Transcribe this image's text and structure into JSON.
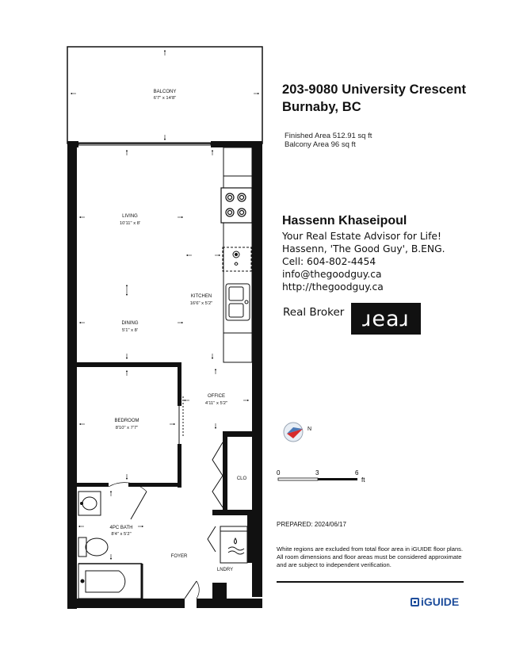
{
  "header": {
    "address_line1": "203-9080 University Crescent",
    "address_line2": "Burnaby, BC",
    "finished_area": "Finished Area 512.91 sq ft",
    "balcony_area": "Balcony Area 96 sq ft"
  },
  "agent": {
    "name": "Hassenn Khaseipoul",
    "lines": [
      "Your Real Estate Advisor for Life!",
      "Hassenn, 'The Good Guy', B.ENG.",
      "Cell: 604-802-4454",
      "info@thegoodguy.ca",
      "http://thegoodguy.ca"
    ],
    "broker_label": "Real Broker",
    "broker_logo": "ɹeaɹ"
  },
  "scale": {
    "ticks": [
      "0",
      "3",
      "6"
    ],
    "unit": "ft"
  },
  "prepared": "PREPARED: 2024/06/17",
  "notes": "White regions are excluded from total floor area in iGUIDE floor plans. All room dimensions and floor areas must be considered approximate and are subject to independent verification.",
  "brand": "iGUIDE",
  "rooms": {
    "balcony": {
      "name": "BALCONY",
      "dims": "6'7\" x 14'8\""
    },
    "living": {
      "name": "LIVING",
      "dims": "10'11\" x 8'"
    },
    "kitchen": {
      "name": "KITCHEN",
      "dims": "16'6\" x 5'2\""
    },
    "dining": {
      "name": "DINING",
      "dims": "5'1\" x 8'"
    },
    "office": {
      "name": "OFFICE",
      "dims": "4'11\" x 5'2\""
    },
    "bedroom": {
      "name": "BEDROOM",
      "dims": "8'10\" x 7'7\""
    },
    "closet": {
      "name": "CLO"
    },
    "bath": {
      "name": "4PC BATH",
      "dims": "8'4\" x 5'2\""
    },
    "foyer": {
      "name": "FOYER"
    },
    "laundry": {
      "name": "LNDRY"
    }
  },
  "colors": {
    "wall": "#111111",
    "fixture": "#999999",
    "brand": "#1f4e9c",
    "compass_red": "#d62b2b"
  },
  "icons": [
    "compass-icon",
    "brand-logo-icon"
  ]
}
